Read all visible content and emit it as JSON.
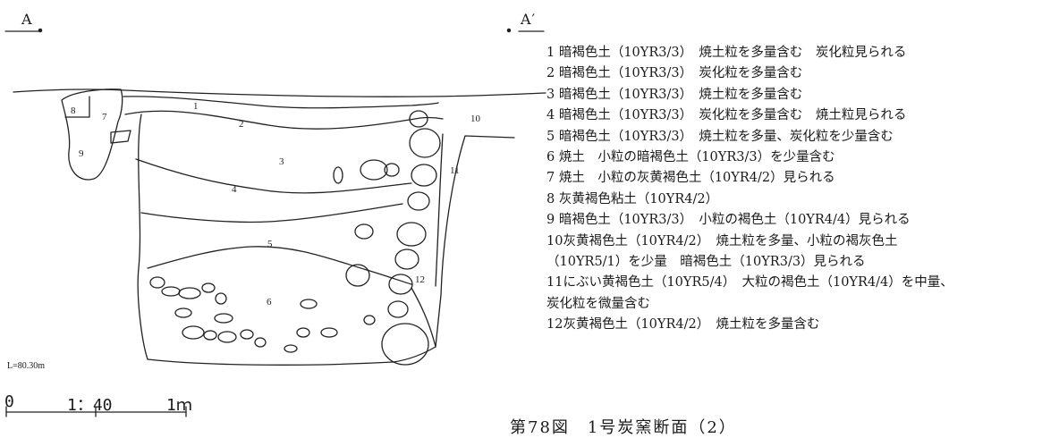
{
  "section": {
    "point_a": "A",
    "point_a_prime": "A′",
    "elevation": "L=80.30m",
    "layer_numbers": [
      "1",
      "2",
      "3",
      "4",
      "5",
      "6",
      "7",
      "8",
      "9",
      "10",
      "11",
      "12"
    ]
  },
  "legend": [
    "1 暗褐色土（10YR3/3）　焼土粒を多量含む　炭化粒見られる",
    "2 暗褐色土（10YR3/3）　炭化粒を多量含む",
    "3 暗褐色土（10YR3/3）　焼土粒を多量含む",
    "4 暗褐色土（10YR3/3）　炭化粒を多量含む　焼土粒見られる",
    "5 暗褐色土（10YR3/3）　焼土粒を多量、炭化粒を少量含む",
    "6 焼土　小粒の暗褐色土（10YR3/3）を少量含む",
    "7 焼土　小粒の灰黄褐色土（10YR4/2）見られる",
    "8 灰黄褐色粘土（10YR4/2）",
    "9 暗褐色土（10YR3/3）　小粒の褐色土（10YR4/4）見られる",
    "10灰黄褐色土（10YR4/2）　焼土粒を多量、小粒の褐灰色土",
    "（10YR5/1）を少量　暗褐色土（10YR3/3）見られる",
    "11にぶい黄褐色土（10YR5/4）　大粒の褐色土（10YR4/4）を中量、",
    "炭化粒を微量含む",
    "12灰黄褐色土（10YR4/2）　焼土粒を多量含む"
  ],
  "scale": {
    "zero": "0",
    "ratio": "1：40",
    "one_m": "1ｍ"
  },
  "caption": "第78図　1号炭窯断面（2）"
}
